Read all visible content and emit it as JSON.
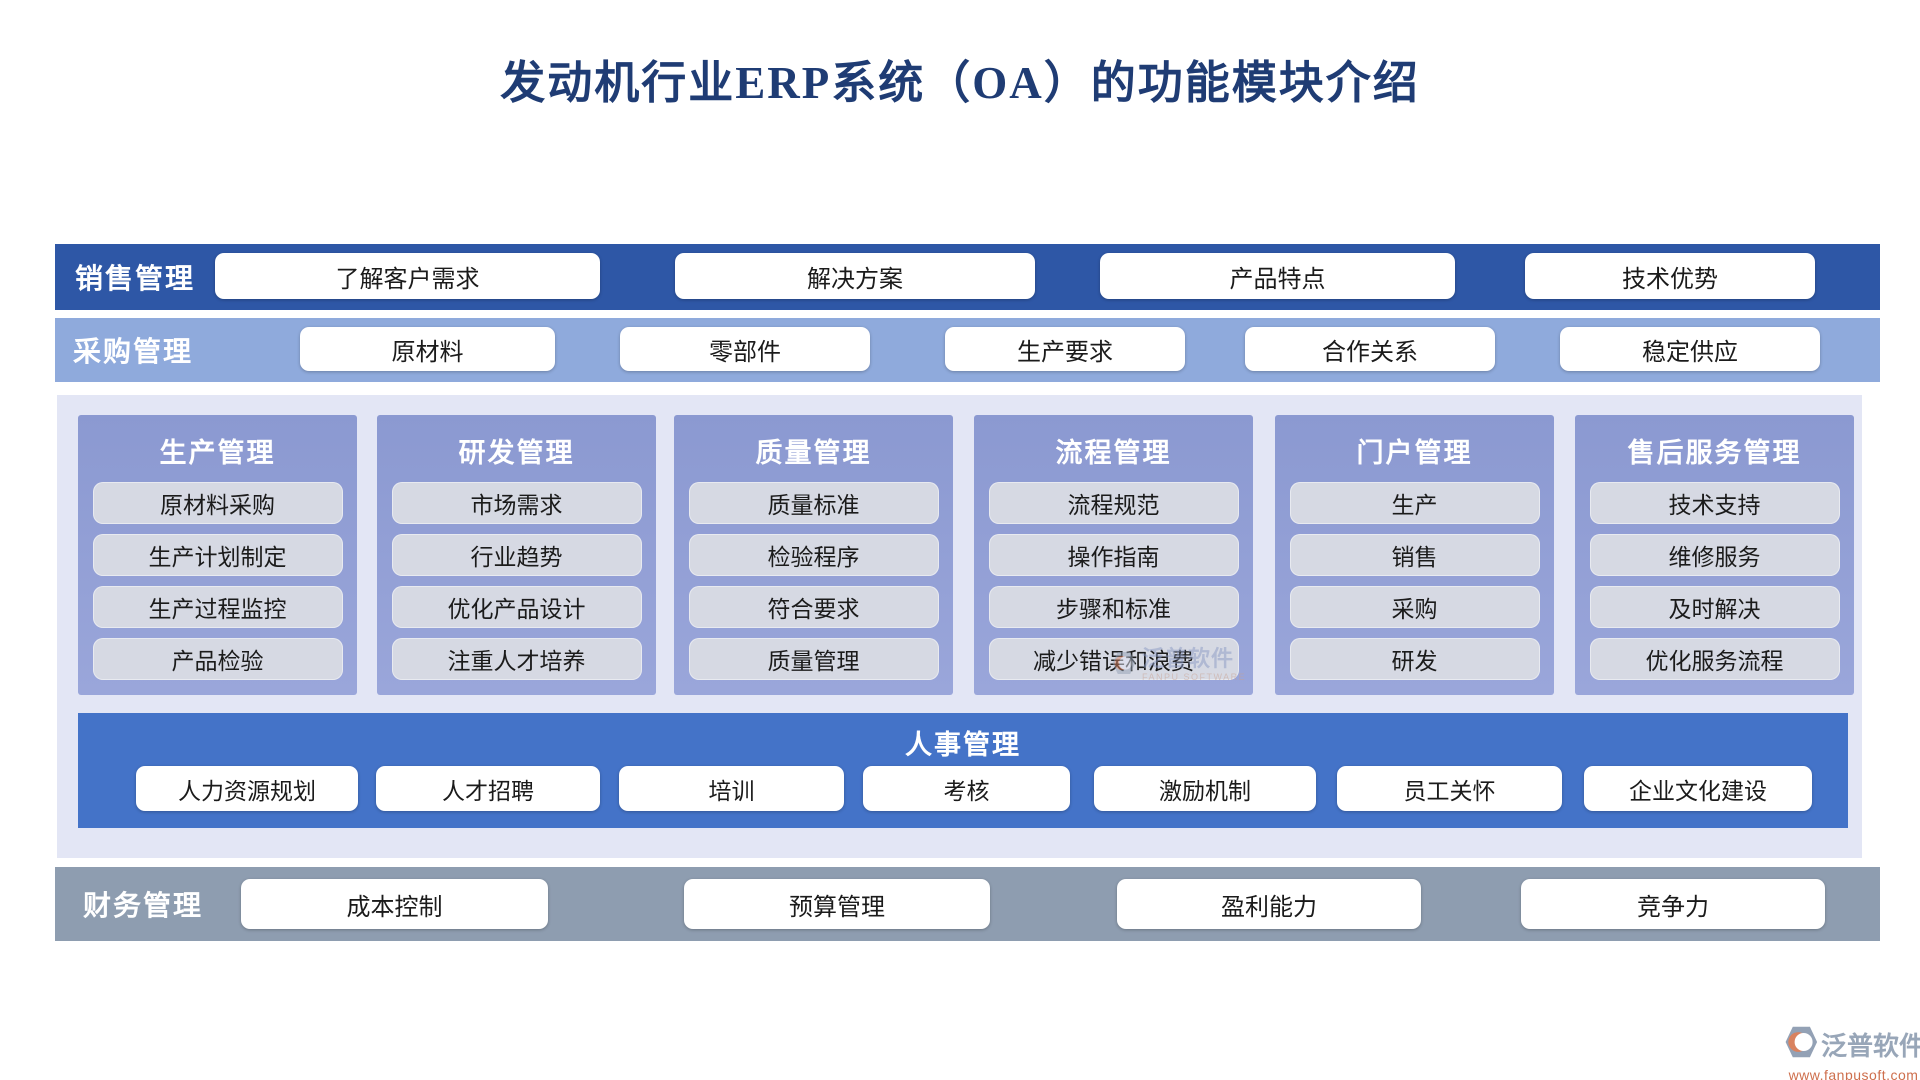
{
  "title": "发动机行业ERP系统（OA）的功能模块介绍",
  "sales": {
    "label": "销售管理",
    "items": [
      "了解客户需求",
      "解决方案",
      "产品特点",
      "技术优势"
    ]
  },
  "purchase": {
    "label": "采购管理",
    "items": [
      "原材料",
      "零部件",
      "生产要求",
      "合作关系",
      "稳定供应"
    ]
  },
  "columns": [
    {
      "title": "生产管理",
      "items": [
        "原材料采购",
        "生产计划制定",
        "生产过程监控",
        "产品检验"
      ]
    },
    {
      "title": "研发管理",
      "items": [
        "市场需求",
        "行业趋势",
        "优化产品设计",
        "注重人才培养"
      ]
    },
    {
      "title": "质量管理",
      "items": [
        "质量标准",
        "检验程序",
        "符合要求",
        "质量管理"
      ]
    },
    {
      "title": "流程管理",
      "items": [
        "流程规范",
        "操作指南",
        "步骤和标准",
        "减少错误和浪费"
      ]
    },
    {
      "title": "门户管理",
      "items": [
        "生产",
        "销售",
        "采购",
        "研发"
      ]
    },
    {
      "title": "售后服务管理",
      "items": [
        "技术支持",
        "维修服务",
        "及时解决",
        "优化服务流程"
      ]
    }
  ],
  "hr": {
    "label": "人事管理",
    "items": [
      "人力资源规划",
      "人才招聘",
      "培训",
      "考核",
      "激励机制",
      "员工关怀",
      "企业文化建设"
    ]
  },
  "finance": {
    "label": "财务管理",
    "items": [
      "成本控制",
      "预算管理",
      "盈利能力",
      "竞争力"
    ]
  },
  "watermark": {
    "brand": "泛普软件",
    "caption": "FANPU SOFTWARE"
  },
  "footer": {
    "brand": "泛普软件",
    "url": "www.fanpusoft.com"
  },
  "colors": {
    "title_text": "#1F3C74",
    "sales_band": "#2E57A6",
    "purchase_band": "#8FAADC",
    "panel_bg": "#E3E6F5",
    "column_bg": "#8E9DD4",
    "column_item_bg": "#D6D9E3",
    "hr_band": "#4473C8",
    "finance_band": "#8E9DB0",
    "logo_gray": "#93A1B5",
    "logo_orange": "#D9825F",
    "footer_url": "#CE6F4D"
  }
}
